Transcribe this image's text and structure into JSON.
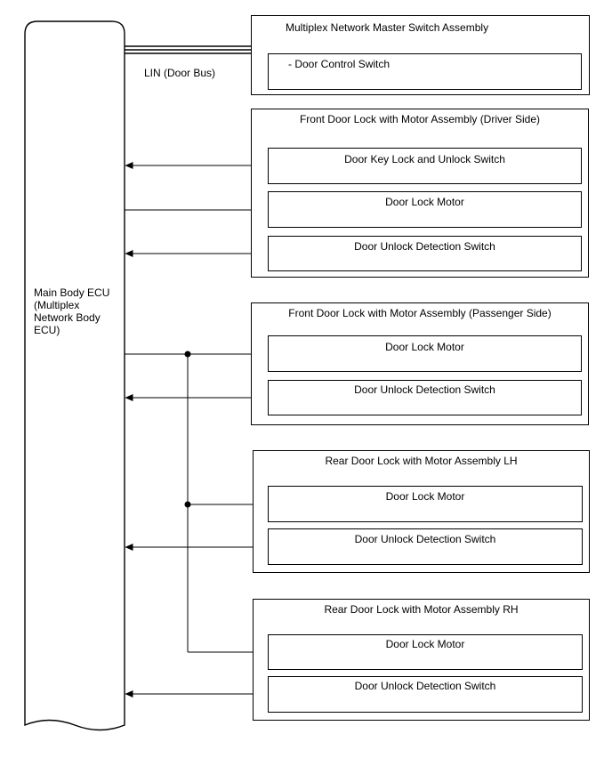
{
  "ecu": {
    "label": "Main Body ECU (Multiplex Network Body ECU)"
  },
  "lin_label": "LIN (Door Bus)",
  "assemblies": [
    {
      "title": "Multiplex Network Master Switch Assembly",
      "items": [
        "- Door Control Switch"
      ]
    },
    {
      "title": "Front Door Lock with Motor Assembly (Driver Side)",
      "items": [
        "Door Key Lock and Unlock Switch",
        "Door Lock Motor",
        "Door Unlock Detection Switch"
      ]
    },
    {
      "title": "Front Door Lock with Motor Assembly (Passenger Side)",
      "items": [
        "Door Lock Motor",
        "Door Unlock Detection Switch"
      ]
    },
    {
      "title": "Rear Door Lock with Motor Assembly LH",
      "items": [
        "Door Lock Motor",
        "Door Unlock Detection Switch"
      ]
    },
    {
      "title": "Rear Door Lock with Motor Assembly RH",
      "items": [
        "Door Lock Motor",
        "Door Unlock Detection Switch"
      ]
    }
  ]
}
